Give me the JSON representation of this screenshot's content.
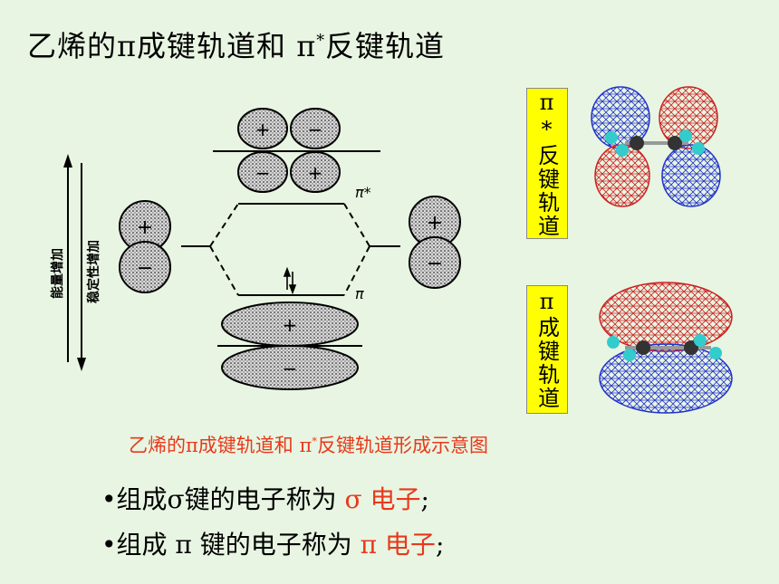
{
  "title": {
    "pre": "乙烯的π成键轨道和 π",
    "sup": "*",
    "post": "反键轨道"
  },
  "diagram": {
    "axis_outer": "能量增加",
    "axis_inner": "稳定性增加",
    "pi_star": "π*",
    "pi": "π",
    "plus": "+",
    "minus": "−"
  },
  "label_antibonding": "π*反键轨道",
  "label_bonding": "π成键轨道",
  "caption": {
    "pre": "乙烯的π成键轨道和 π",
    "sup": "*",
    "post": "反键轨道形成示意图"
  },
  "bullets": [
    {
      "pre": "•组成σ键的电子称为 ",
      "hl": "σ 电子",
      "post": ";"
    },
    {
      "pre": "•组成 π 键的电子称为 ",
      "hl": "π 电子",
      "post": ";"
    }
  ],
  "colors": {
    "background": "#e8f5e2",
    "label_bg": "#ffff00",
    "accent": "#e8391b"
  }
}
